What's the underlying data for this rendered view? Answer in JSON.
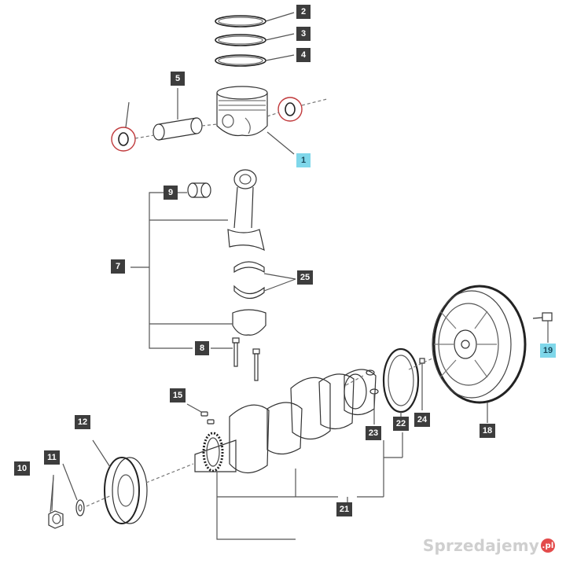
{
  "callouts": {
    "c1": "1",
    "c2": "2",
    "c3": "3",
    "c4": "4",
    "c5": "5",
    "c7": "7",
    "c8": "8",
    "c9": "9",
    "c10": "10",
    "c11": "11",
    "c12": "12",
    "c15": "15",
    "c18": "18",
    "c19": "19",
    "c21": "21",
    "c22": "22",
    "c23": "23",
    "c24": "24",
    "c25": "25"
  },
  "watermark": {
    "text": "Sprzedajemy",
    "suffix": ".pl"
  },
  "colors": {
    "callout_bg": "#3d3d3d",
    "highlight_bg": "#7fd7ea",
    "line": "#555555",
    "seal_ring": "#c0393b"
  }
}
